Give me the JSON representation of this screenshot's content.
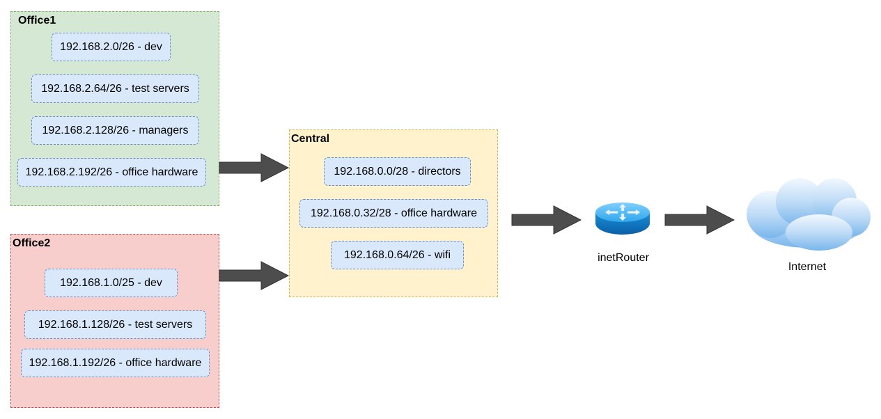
{
  "groups": {
    "office1": {
      "title": "Office1",
      "subnets": [
        "192.168.2.0/26 - dev",
        "192.168.2.64/26 - test servers",
        "192.168.2.128/26 - managers",
        "192.168.2.192/26 - office hardware"
      ]
    },
    "office2": {
      "title": "Office2",
      "subnets": [
        "192.168.1.0/25 - dev",
        "192.168.1.128/26 - test servers",
        "192.168.1.192/26 - office hardware"
      ]
    },
    "central": {
      "title": "Central",
      "subnets": [
        "192.168.0.0/28 - directors",
        "192.168.0.32/28 - office hardware",
        "192.168.0.64/26 - wifi"
      ]
    }
  },
  "nodes": {
    "router": {
      "label": "inetRouter",
      "icon": "router-icon"
    },
    "internet": {
      "label": "Internet",
      "icon": "cloud-icon"
    }
  },
  "colors": {
    "office1_fill": "#d5e8d4",
    "office2_fill": "#f8cecc",
    "central_fill": "#fff2cc",
    "subnet_fill": "#dae8fc",
    "arrow": "#4d4d4d"
  }
}
